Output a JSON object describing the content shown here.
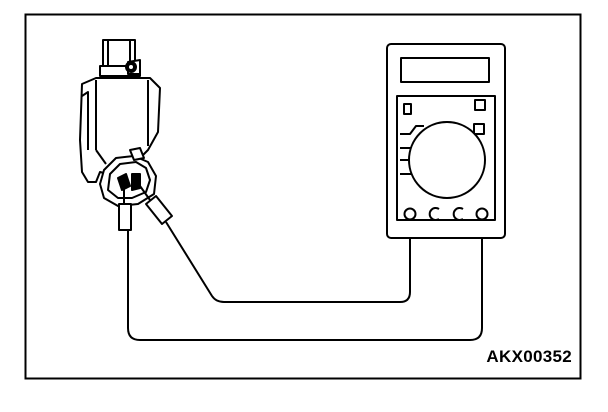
{
  "figure": {
    "reference_code": "AKX00352"
  },
  "components": {
    "solenoid_valve": "solenoid-valve",
    "connector": "connector",
    "multimeter": "multimeter"
  },
  "colors": {
    "line": "#000000",
    "background": "#ffffff"
  }
}
